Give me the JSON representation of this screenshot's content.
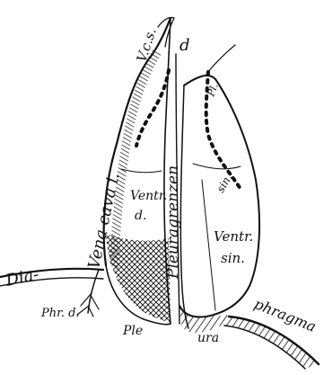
{
  "labels": {
    "vena_cava_superior": "V.c.s.",
    "top_letter": "d",
    "vena_cava_inferior": "Vena cava i.",
    "pleuragrenzen": "Pleuragrenzen",
    "ventr_d_line1": "Ventr.",
    "ventr_d_line2": "d.",
    "ventr_sin_line1": "Ventr.",
    "ventr_sin_line2": "sin.",
    "dia": "Dia-",
    "phragma": "phragma",
    "phr_d": "Phr. d.",
    "pleura_left": "Ple",
    "pleura_right": "ura",
    "small_upper_right": "Pl.",
    "small_mid_right": "sin."
  },
  "colors": {
    "ink": "#111111",
    "paper": "#ffffff"
  }
}
